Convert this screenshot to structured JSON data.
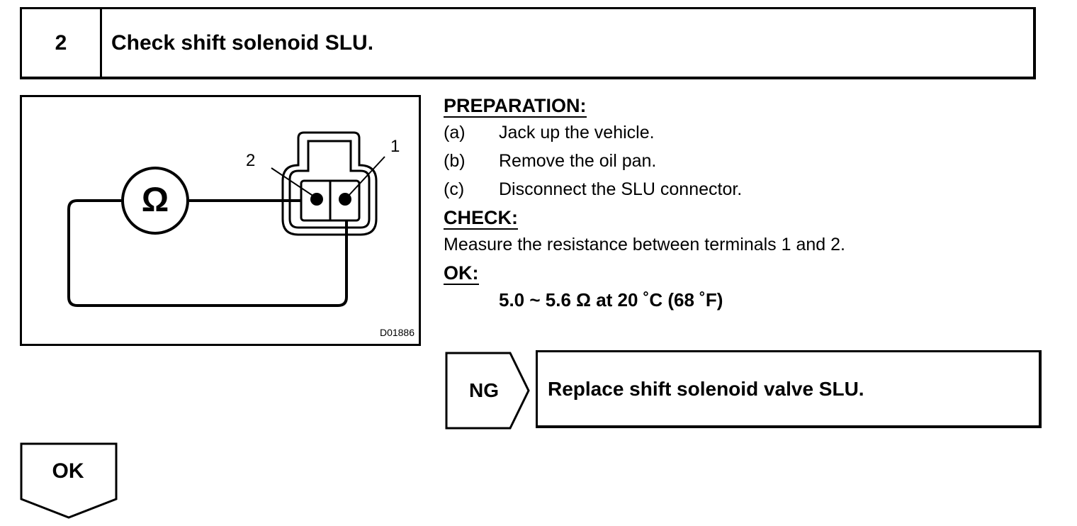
{
  "step": {
    "number": "2",
    "title": "Check shift solenoid SLU."
  },
  "diagram": {
    "meter_symbol": "Ω",
    "terminal_1_label": "1",
    "terminal_2_label": "2",
    "figure_code": "D01886",
    "icons": [
      "ohmmeter-icon",
      "connector-icon",
      "wire-lead-icon"
    ]
  },
  "preparation": {
    "heading": "PREPARATION:",
    "items": [
      {
        "letter": "(a)",
        "text": "Jack up the vehicle."
      },
      {
        "letter": "(b)",
        "text": "Remove the oil pan."
      },
      {
        "letter": "(c)",
        "text": "Disconnect the SLU connector."
      }
    ]
  },
  "check": {
    "heading": "CHECK:",
    "text": "Measure the resistance between terminals 1 and 2."
  },
  "ok_spec": {
    "heading": "OK:",
    "value": "5.0 ~ 5.6 Ω at 20 ˚C (68 ˚F)"
  },
  "ng_result": {
    "label": "NG",
    "action": "Replace shift solenoid valve SLU."
  },
  "ok_result": {
    "label": "OK"
  },
  "colors": {
    "ink": "#000000",
    "paper": "#ffffff"
  }
}
